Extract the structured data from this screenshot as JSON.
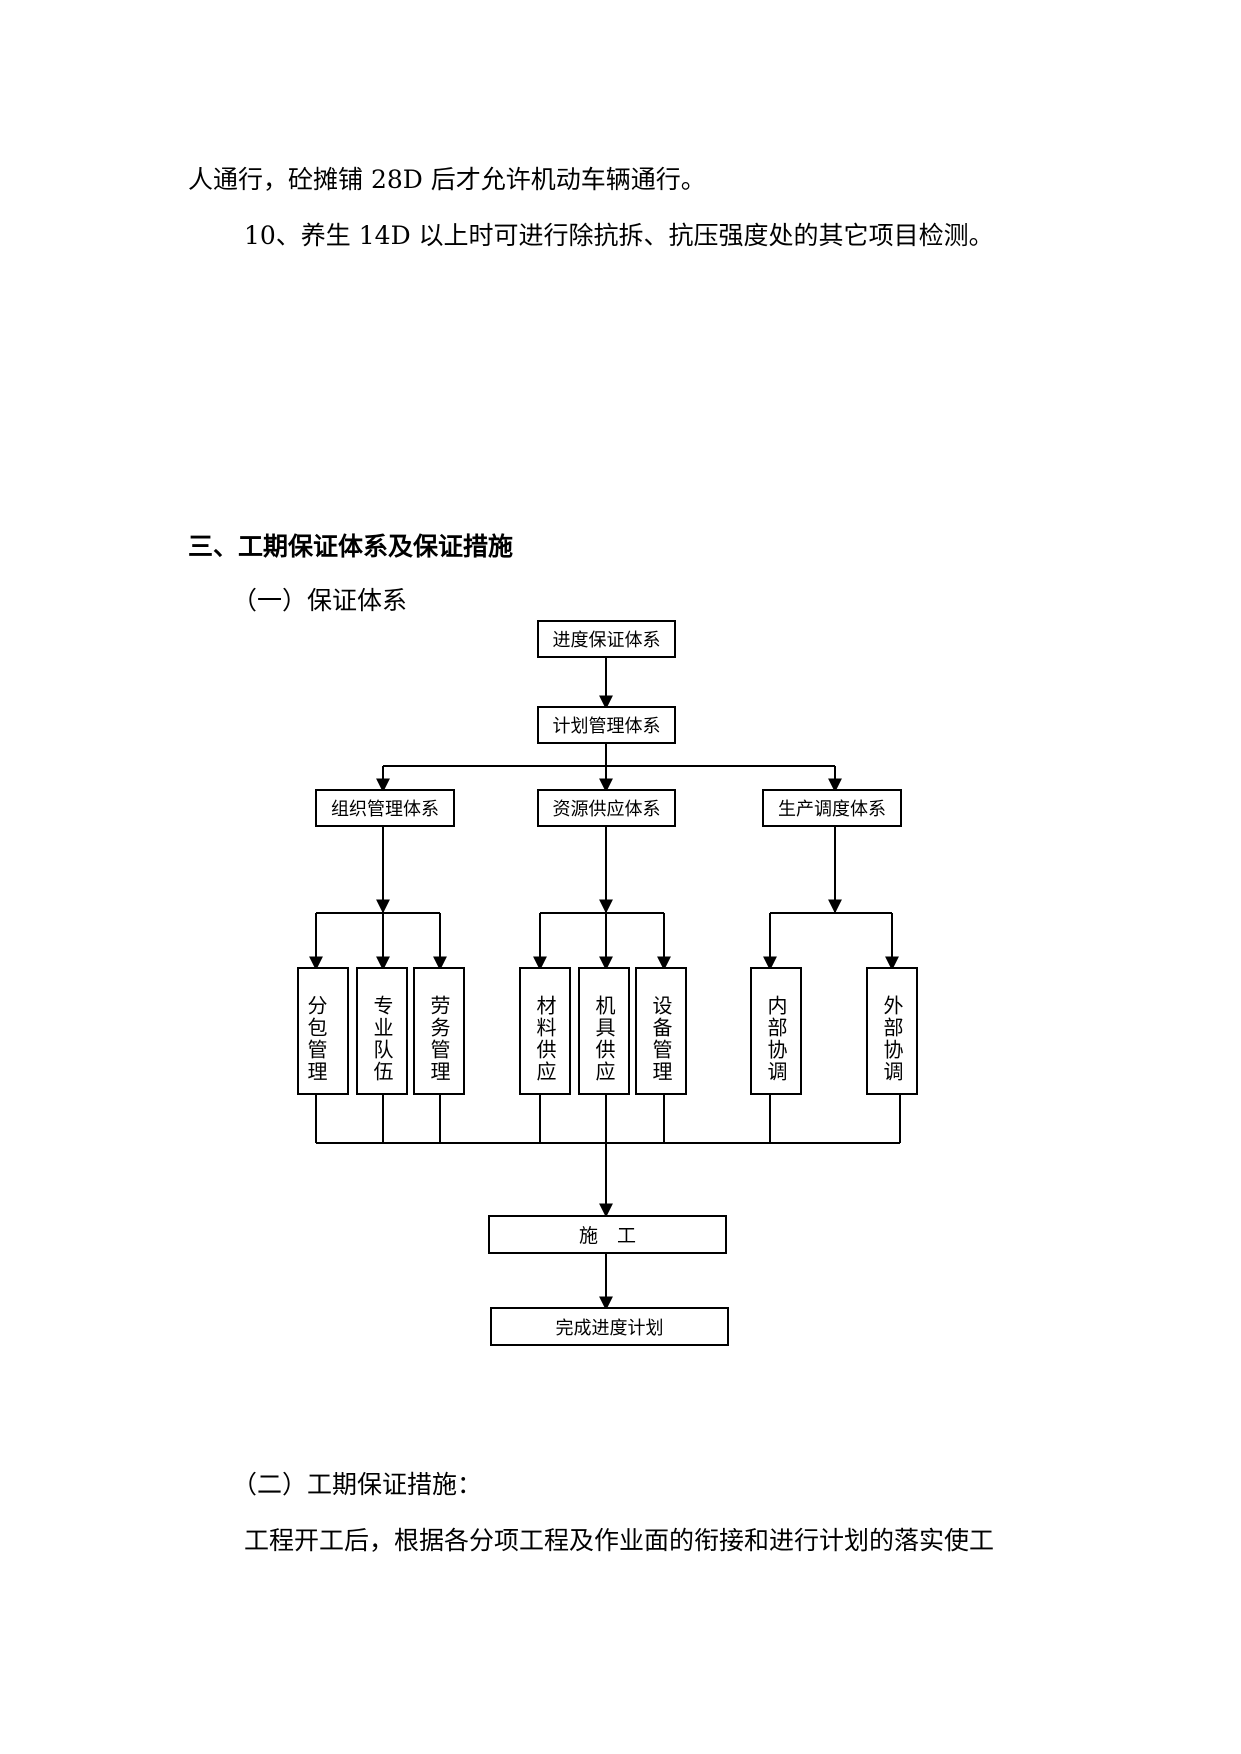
{
  "text": {
    "line1": "人通行，砼摊铺 28D 后才允许机动车辆通行。",
    "line2": "10、养生 14D 以上时可进行除抗拆、抗压强度处的其它项目检测。",
    "section_heading": "三、工期保证体系及保证措施",
    "sub1": "（一）保证体系",
    "sub2": "（二）工期保证措施：",
    "para": "工程开工后，根据各分项工程及作业面的衔接和进行计划的落实使工"
  },
  "flowchart": {
    "root": "进度保证体系",
    "plan": "计划管理体系",
    "mid": [
      "组织管理体系",
      "资源供应体系",
      "生产调度体系"
    ],
    "leaves": [
      "分包管理",
      "专业队伍",
      "劳务管理",
      "材料供应",
      "机具供应",
      "设备管理",
      "内部协调",
      "外部协调"
    ],
    "construction": "施　工",
    "finish": "完成进度计划"
  }
}
